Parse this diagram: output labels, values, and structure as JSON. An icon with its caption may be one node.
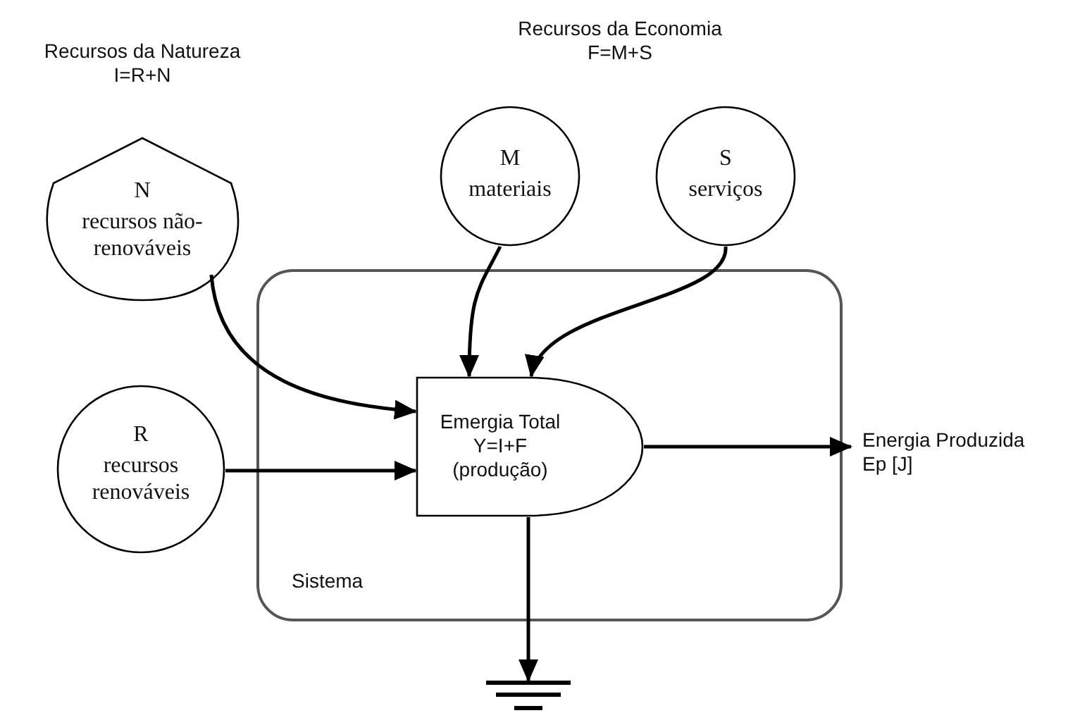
{
  "diagram": {
    "nodes": [
      {
        "text": [
          "N",
          "recursos não-renováveis"
        ],
        "beside": [
          "Recursos da Natureza",
          "I=R+N"
        ]
      },
      {
        "text": [
          "M",
          "materiais"
        ]
      },
      {
        "text": [
          "S",
          "serviços"
        ]
      },
      {
        "text": [
          "Sistema"
        ]
      },
      {
        "text": [
          "R",
          "recursos renováveis"
        ]
      },
      {
        "text": [
          "Emergia Total Y=I+F (produção)"
        ],
        "in": 3
      },
      {
        "text": [
          "Energia Produzida Ep [J]"
        ]
      },
      {
        "text": [],
        "shape": "ground"
      }
    ],
    "edges": [
      {
        "from": 0,
        "to": 5,
        "arrow": "to"
      },
      {
        "from": 1,
        "to": 5,
        "arrow": "to"
      },
      {
        "from": 2,
        "to": 5,
        "arrow": "to"
      },
      {
        "from": 4,
        "to": 5,
        "arrow": "to"
      },
      {
        "from": 5,
        "to": 6,
        "arrow": "to"
      },
      {
        "from": 5,
        "to": 7,
        "arrow": "to"
      }
    ],
    "labels": [
      "Recursos da Economia",
      "F=M+S"
    ]
  }
}
